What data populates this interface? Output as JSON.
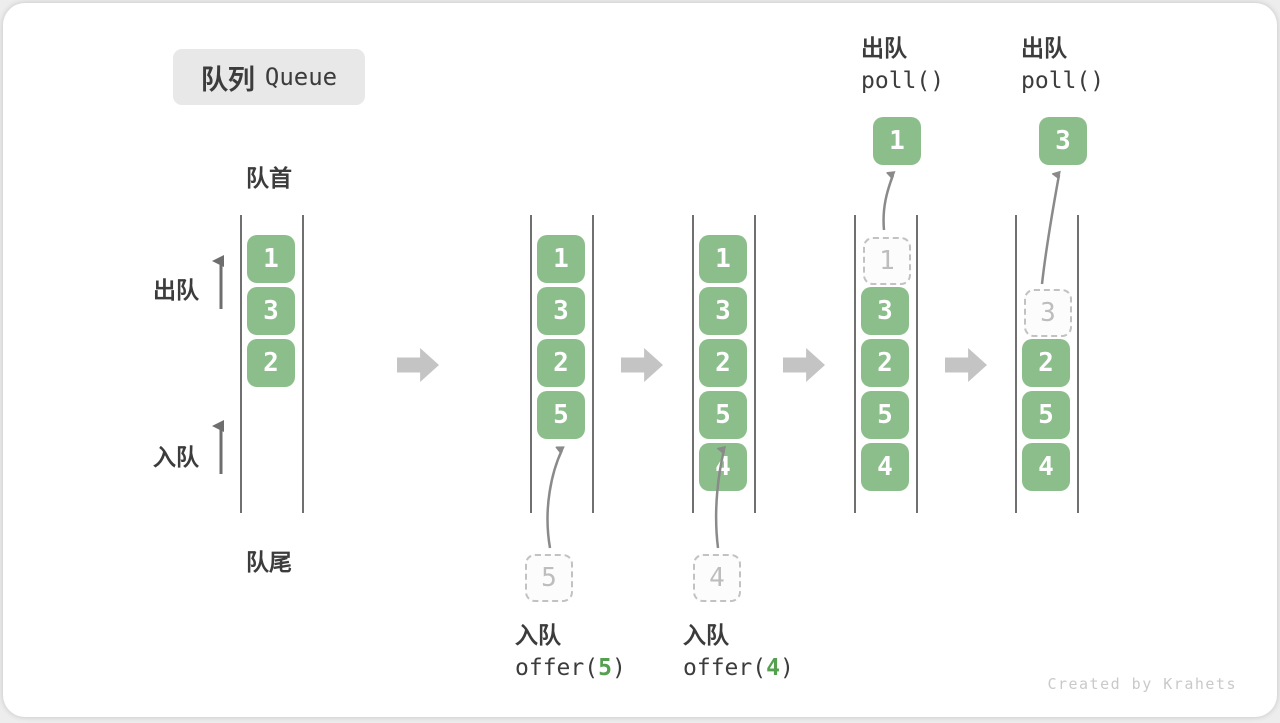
{
  "title": {
    "zh": "队列",
    "en": "Queue"
  },
  "labels": {
    "front": "队首",
    "rear": "队尾",
    "dequeue": "出队",
    "enqueue": "入队"
  },
  "states": {
    "q1": {
      "boxes": [
        "1",
        "3",
        "2"
      ]
    },
    "q2": {
      "boxes": [
        "1",
        "3",
        "2",
        "5"
      ],
      "incoming": "5"
    },
    "q3": {
      "boxes": [
        "1",
        "3",
        "2",
        "5",
        "4"
      ],
      "incoming": "4"
    },
    "q4": {
      "dashed": "1",
      "boxes": [
        "3",
        "2",
        "5",
        "4"
      ],
      "outgoing": "1"
    },
    "q5": {
      "dashed": "3",
      "boxes": [
        "2",
        "5",
        "4"
      ],
      "outgoing": "3"
    }
  },
  "operations": {
    "enqueue5": {
      "label": "入队",
      "fn": "offer(",
      "arg": "5",
      "close": ")"
    },
    "enqueue4": {
      "label": "入队",
      "fn": "offer(",
      "arg": "4",
      "close": ")"
    },
    "dequeue1": {
      "label": "出队",
      "code": "poll()"
    },
    "dequeue3": {
      "label": "出队",
      "code": "poll()"
    }
  },
  "watermark": "Created by Krahets",
  "colors": {
    "box_green": "#8cbe8c",
    "code_arg_green": "#55a04e",
    "flow_arrow_gray": "#c4c4c4",
    "queue_wall_gray": "#707070",
    "curve_arrow_gray": "#8a8a8a",
    "text_dark": "#3c3c3c",
    "dashed_border_gray": "#c2c2c2",
    "dashed_text_gray": "#bdbdbd",
    "title_bg": "#e8e8e8",
    "watermark_gray": "#c9c9c9"
  }
}
